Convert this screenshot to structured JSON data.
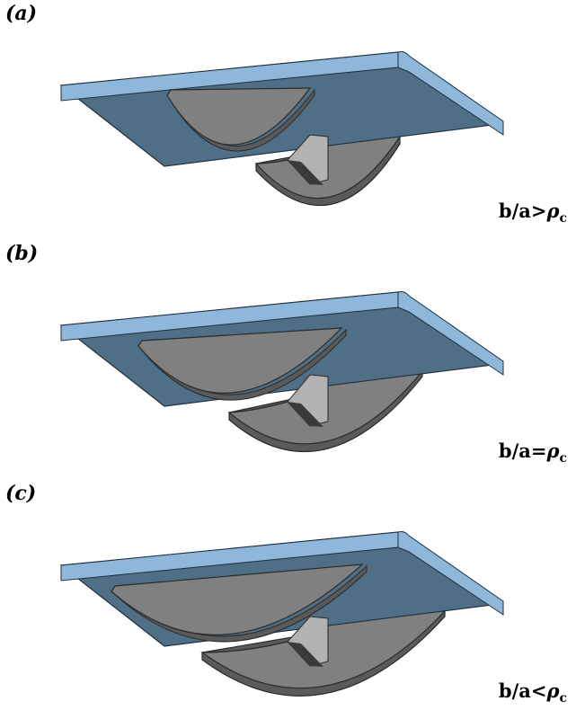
{
  "panels": [
    {
      "label": "(a)",
      "ratio": "b/a",
      "relation": ">",
      "symbol": "ρ",
      "subscript": "c"
    },
    {
      "label": "(b)",
      "ratio": "b/a",
      "relation": "=",
      "symbol": "ρ",
      "subscript": "c"
    },
    {
      "label": "(c)",
      "ratio": "b/a",
      "relation": "<",
      "symbol": "ρ",
      "subscript": "c"
    }
  ],
  "colors": {
    "plate_face": "#4f6f87",
    "plate_edge": "#8fb7da",
    "plate_outline": "#1f2f3f",
    "disk_face": "#808080",
    "disk_edge": "#5a5a5a",
    "web": "#b2b2b2",
    "web_shadow": "#3a3a3a"
  }
}
